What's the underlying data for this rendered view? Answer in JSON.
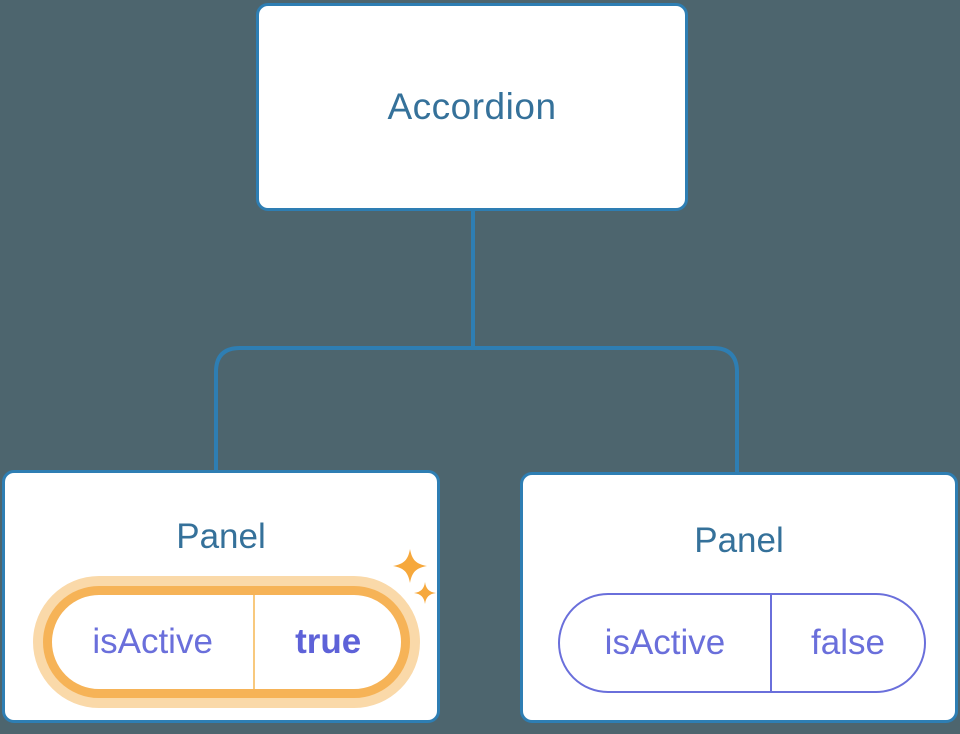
{
  "colors": {
    "background": "#4D656E",
    "node_border_blue": "#2E7EB3",
    "node_text_blue": "#35719A",
    "state_purple": "#6A6FDB",
    "state_value_purple": "#5E62D8",
    "highlight_orange": "#F6B357",
    "highlight_glow": "#FAD9A9",
    "highlight_divider": "#F8C97E",
    "sparkle_orange": "#F6A83C",
    "node_background": "#FFFFFF"
  },
  "tree": {
    "root": {
      "label": "Accordion"
    },
    "children": [
      {
        "label": "Panel",
        "state": {
          "key": "isActive",
          "value": "true",
          "highlighted": true
        },
        "decoration": "sparkles-icon"
      },
      {
        "label": "Panel",
        "state": {
          "key": "isActive",
          "value": "false",
          "highlighted": false
        }
      }
    ]
  }
}
